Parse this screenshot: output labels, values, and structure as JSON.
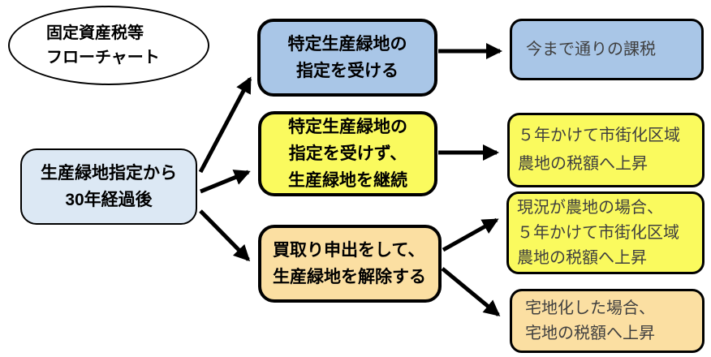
{
  "title": {
    "lines": [
      "固定資産税等",
      "フローチャート"
    ]
  },
  "nodes": {
    "start": {
      "lines": [
        "生産緑地指定から",
        "30年経過後"
      ]
    },
    "option_designated": {
      "lines": [
        "特定生産緑地の",
        "指定を受ける"
      ]
    },
    "option_continue": {
      "lines": [
        "特定生産緑地の",
        "指定を受けず、",
        "生産緑地を継続"
      ]
    },
    "option_release": {
      "lines": [
        "買取り申出をして、",
        "生産緑地を解除する"
      ]
    },
    "result_same_tax": {
      "lines": [
        "今まで通りの課税"
      ]
    },
    "result_rise_5years": {
      "lines": [
        "５年かけて市街化区域",
        "農地の税額へ上昇"
      ]
    },
    "result_farmland_case": {
      "lines": [
        "現況が農地の場合、",
        "５年かけて市街化区域",
        "農地の税額へ上昇"
      ]
    },
    "result_residential_case": {
      "lines": [
        "宅地化した場合、",
        "宅地の税額へ上昇"
      ]
    }
  },
  "edges": [
    {
      "from": "start",
      "to": "option_designated"
    },
    {
      "from": "start",
      "to": "option_continue"
    },
    {
      "from": "start",
      "to": "option_release"
    },
    {
      "from": "option_designated",
      "to": "result_same_tax"
    },
    {
      "from": "option_continue",
      "to": "result_rise_5years"
    },
    {
      "from": "option_release",
      "to": "result_farmland_case"
    },
    {
      "from": "option_release",
      "to": "result_residential_case"
    }
  ],
  "colors": {
    "blue_light": "#dce8f4",
    "blue": "#a9c6e7",
    "yellow": "#fafa5e",
    "orange": "#fbdfa2",
    "line": "#000000",
    "text": "#000000",
    "text_result": "#3f3f3f"
  }
}
